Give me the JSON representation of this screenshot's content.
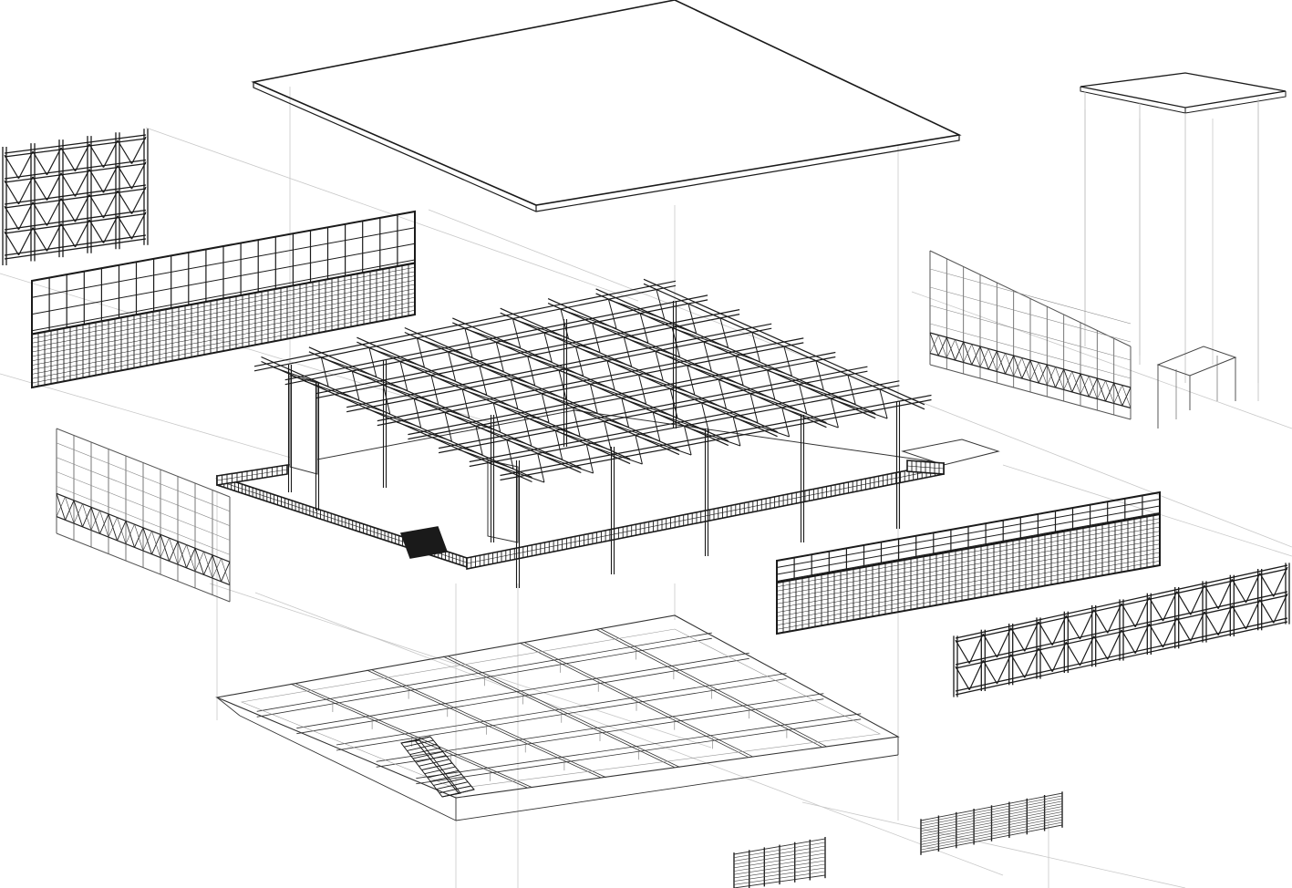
{
  "diagram": {
    "type": "exploded-axonometric",
    "background_color": "#ffffff",
    "line_color": "#1a1a1a",
    "guide_color": "#c8c8c8",
    "components": [
      "roof-slab",
      "roof-space-frame",
      "perimeter-railing",
      "curtain-wall-left",
      "curtain-wall-right",
      "truss-fragment-left",
      "truss-fragment-right",
      "side-facade-left",
      "side-facade-right",
      "core-tower",
      "base-grid",
      "stair",
      "fence-panel-a",
      "fence-panel-b"
    ]
  }
}
